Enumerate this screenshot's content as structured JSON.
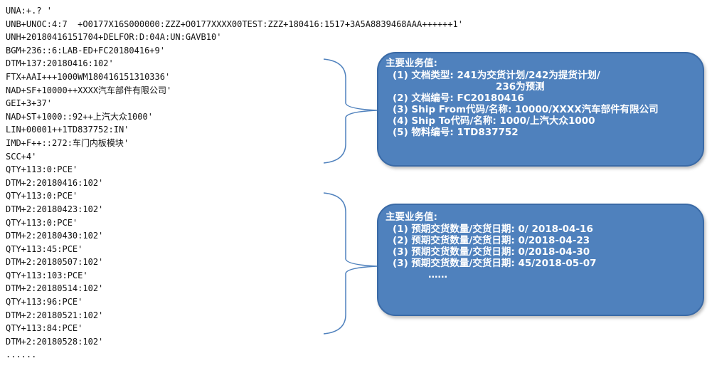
{
  "edi_lines": [
    "UNA:+.? '",
    "UNB+UNOC:4:7  +O0177X16S000000:ZZZ+O0177XXXX00TEST:ZZZ+180416:1517+3A5A8839468AAA++++++1'",
    "UNH+20180416151704+DELFOR:D:04A:UN:GAVB10'",
    "BGM+236::6:LAB-ED+FC20180416+9'",
    "DTM+137:20180416:102'",
    "FTX+AAI+++1000WM180416151310336'",
    "NAD+SF+10000++XXXX汽车部件有限公司'",
    "GEI+3+37'",
    "NAD+ST+1000::92++上汽大众1000'",
    "LIN+00001++1TD837752:IN'",
    "IMD+F++::272:车门内板模块'",
    "SCC+4'",
    "QTY+113:0:PCE'",
    "DTM+2:20180416:102'",
    "QTY+113:0:PCE'",
    "DTM+2:20180423:102'",
    "QTY+113:0:PCE'",
    "DTM+2:20180430:102'",
    "QTY+113:45:PCE'",
    "DTM+2:20180507:102'",
    "QTY+113:103:PCE'",
    "DTM+2:20180514:102'",
    "QTY+113:96:PCE'",
    "DTM+2:20180521:102'",
    "QTY+113:84:PCE'",
    "DTM+2:20180528:102'",
    "......"
  ],
  "callout_header": {
    "title": "主要业务值:",
    "item1": "(1) 文档类型: 241为交货计划/242为提货计划/",
    "item1_cont": "236为预测",
    "item2": "(2) 文档编号: FC20180416",
    "item3": "(3) Ship From代码/名称: 10000/XXXX汽车部件有限公司",
    "item4": "(4) Ship To代码/名称: 1000/上汽大众1000",
    "item5": "(5) 物料编号: 1TD837752"
  },
  "callout_schedule": {
    "title": "主要业务值:",
    "item1": "(1) 预期交货数量/交货日期: 0/ 2018-04-16",
    "item2": "(2) 预期交货数量/交货日期: 0/2018-04-23",
    "item3": "(3) 预期交货数量/交货日期: 0/2018-04-30",
    "item4": "(3) 预期交货数量/交货日期: 45/2018-05-07",
    "more": "……"
  },
  "colors": {
    "callout_fill": "#4f81bd",
    "callout_border": "#3a6aa6",
    "brace": "#4f81bd",
    "text": "#ffffff"
  }
}
